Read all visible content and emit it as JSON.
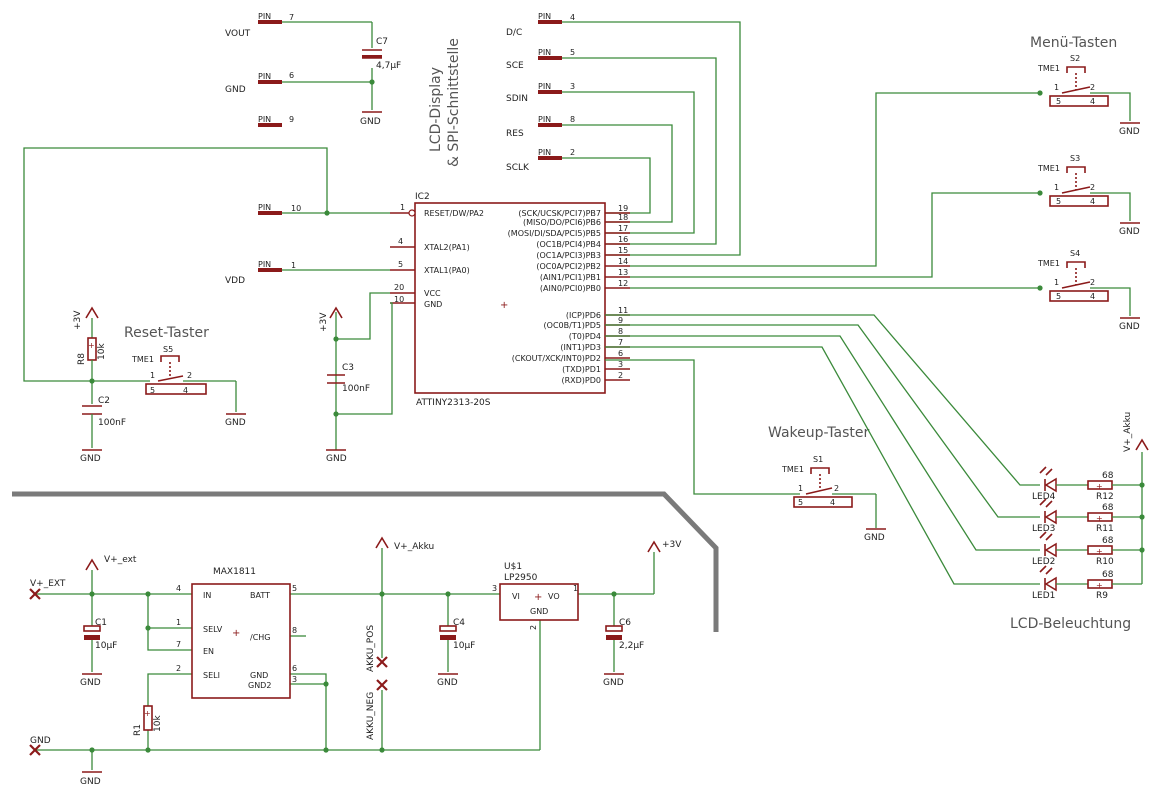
{
  "connector": {
    "pins": [
      {
        "name": "VOUT",
        "num": "7"
      },
      {
        "name": "GND",
        "num": "6"
      },
      {
        "name": "",
        "num": "9"
      },
      {
        "name": "D/C",
        "num": "4"
      },
      {
        "name": "SCE",
        "num": "5"
      },
      {
        "name": "SDIN",
        "num": "3"
      },
      {
        "name": "RES",
        "num": "8"
      },
      {
        "name": "SCLK",
        "num": "2"
      },
      {
        "name": "",
        "num": "10"
      },
      {
        "name": "VDD",
        "num": "1"
      }
    ],
    "pin_symbol": "PIN"
  },
  "labels": {
    "lcd_title_1": "LCD-Display",
    "lcd_title_2": "& SPI-Schnittstelle",
    "menu_title": "Menü-Tasten",
    "reset_title": "Reset-Taster",
    "wakeup_title": "Wakeup-Taster",
    "backlight_title": "LCD-Beleuchtung",
    "gnd": "GND",
    "v3": "+3V",
    "vext": "V+_ext",
    "vext_in": "V+_EXT",
    "vakku": "V+_Akku",
    "akku_pos": "AKKU_POS",
    "akku_neg": "AKKU_NEG"
  },
  "mcu": {
    "ref": "IC2",
    "part": "ATTINY2313-20S",
    "left_pins": [
      {
        "num": "1",
        "name": "RESET/DW/PA2"
      },
      {
        "num": "4",
        "name": "XTAL2(PA1)"
      },
      {
        "num": "5",
        "name": "XTAL1(PA0)"
      },
      {
        "num": "20",
        "name": "VCC"
      },
      {
        "num": "10",
        "name": "GND"
      }
    ],
    "right_pins": [
      {
        "num": "19",
        "name": "(SCK/UCSK/PCI7)PB7"
      },
      {
        "num": "18",
        "name": "(MISO/DO/PCI6)PB6"
      },
      {
        "num": "17",
        "name": "(MOSI/DI/SDA/PCI5)PB5"
      },
      {
        "num": "16",
        "name": "(OC1B/PCI4)PB4"
      },
      {
        "num": "15",
        "name": "(OC1A/PCI3)PB3"
      },
      {
        "num": "14",
        "name": "(OC0A/PCI2)PB2"
      },
      {
        "num": "13",
        "name": "(AIN1/PCI1)PB1"
      },
      {
        "num": "12",
        "name": "(AIN0/PCI0)PB0"
      },
      {
        "num": "11",
        "name": "(ICP)PD6"
      },
      {
        "num": "9",
        "name": "(OC0B/T1)PD5"
      },
      {
        "num": "8",
        "name": "(T0)PD4"
      },
      {
        "num": "7",
        "name": "(INT1)PD3"
      },
      {
        "num": "6",
        "name": "(CKOUT/XCK/INT0)PD2"
      },
      {
        "num": "3",
        "name": "(TXD)PD1"
      },
      {
        "num": "2",
        "name": "(RXD)PD0"
      }
    ]
  },
  "caps": {
    "c7": {
      "ref": "C7",
      "value": "4,7µF"
    },
    "c3": {
      "ref": "C3",
      "value": "100nF"
    },
    "c2": {
      "ref": "C2",
      "value": "100nF"
    },
    "c1": {
      "ref": "C1",
      "value": "10µF"
    },
    "c4": {
      "ref": "C4",
      "value": "10µF"
    },
    "c6": {
      "ref": "C6",
      "value": "2,2µF"
    }
  },
  "resistors": {
    "r8": {
      "ref": "R8",
      "value": "10k"
    },
    "r1": {
      "ref": "R1",
      "value": "10k"
    },
    "r12": {
      "ref": "R12",
      "value": "68"
    },
    "r11": {
      "ref": "R11",
      "value": "68"
    },
    "r10": {
      "ref": "R10",
      "value": "68"
    },
    "r9": {
      "ref": "R9",
      "value": "68"
    }
  },
  "leds": [
    "LED4",
    "LED3",
    "LED2",
    "LED1"
  ],
  "switches": {
    "type": "TME1",
    "s2": "S2",
    "s3": "S3",
    "s4": "S4",
    "s5": "S5",
    "s1": "S1",
    "pins": {
      "p1": "1",
      "p2": "2",
      "p4": "4",
      "p5": "5"
    }
  },
  "charger": {
    "part": "MAX1811",
    "pins": [
      {
        "num": "4",
        "name": "IN"
      },
      {
        "num": "1",
        "name": "SELV"
      },
      {
        "num": "7",
        "name": "EN"
      },
      {
        "num": "2",
        "name": "SELI"
      },
      {
        "num": "5",
        "name": "BATT"
      },
      {
        "num": "8",
        "name": "/CHG"
      },
      {
        "num": "6",
        "name": "GND"
      },
      {
        "num": "3",
        "name": "GND2"
      }
    ]
  },
  "regulator": {
    "ref": "U$1",
    "part": "LP2950",
    "vi": "VI",
    "vo": "VO",
    "gnd": "GND",
    "pins": {
      "vi": "3",
      "vo": "1",
      "gnd": "2"
    }
  },
  "colors": {
    "wire": "#3b8a3b",
    "symbol": "#8b1a1a",
    "frame": "#7a7a7a"
  }
}
